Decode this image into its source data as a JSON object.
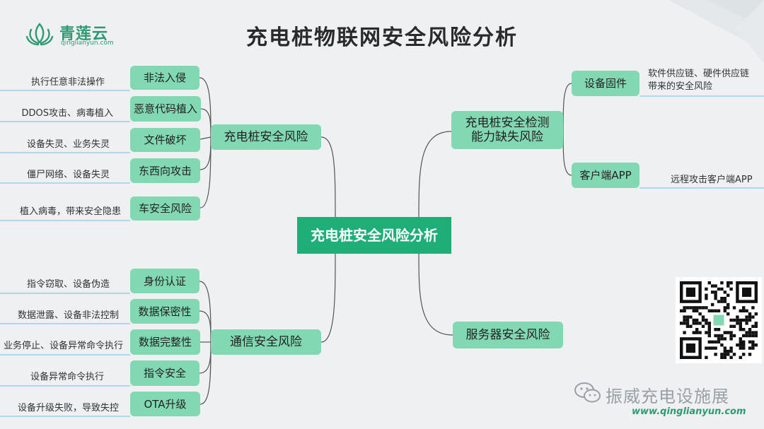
{
  "logo": {
    "name": "青莲云",
    "url": "qinglianyun.com"
  },
  "title": "充电桩物联网安全风险分析",
  "center": "充电桩安全风险分析",
  "branches": {
    "device": {
      "label": "充电桩安全风险",
      "items": [
        {
          "label": "非法入侵",
          "leaf": "执行任意非法操作"
        },
        {
          "label": "恶意代码植入",
          "leaf": "DDOS攻击、病毒植入"
        },
        {
          "label": "文件破坏",
          "leaf": "设备失灵、业务失灵"
        },
        {
          "label": "东西向攻击",
          "leaf": "僵尸网络、设备失灵"
        },
        {
          "label": "车安全风险",
          "leaf": "植入病毒，带来安全隐患"
        }
      ]
    },
    "comm": {
      "label": "通信安全风险",
      "items": [
        {
          "label": "身份认证",
          "leaf": "指令窃取、设备伪造"
        },
        {
          "label": "数据保密性",
          "leaf": "数据泄露、设备非法控制"
        },
        {
          "label": "数据完整性",
          "leaf": "业务停止、设备异常命令执行"
        },
        {
          "label": "指令安全",
          "leaf": "设备异常命令执行"
        },
        {
          "label": "OTA升级",
          "leaf": "设备升级失败，导致失控"
        }
      ]
    },
    "detect": {
      "label": "充电桩安全检测能力缺失风险",
      "label_line1": "充电桩安全检测",
      "label_line2": "能力缺失风险",
      "items": [
        {
          "label": "设备固件",
          "leaf": "软件供应链、硬件供应链带来的安全风险",
          "leaf_line1": "软件供应链、硬件供应链",
          "leaf_line2": "带来的安全风险"
        },
        {
          "label": "客户端APP",
          "leaf": "远程攻击客户端APP"
        }
      ]
    },
    "server": {
      "label": "服务器安全风险"
    }
  },
  "watermark": {
    "text": "振威充电设施展",
    "url": "www.qinglianyun.com"
  },
  "colors": {
    "node": "#82d8b2",
    "center": "#1fae78",
    "line": "#555555",
    "leaf_line": "#6cc3df",
    "brand": "#2f9a72"
  }
}
